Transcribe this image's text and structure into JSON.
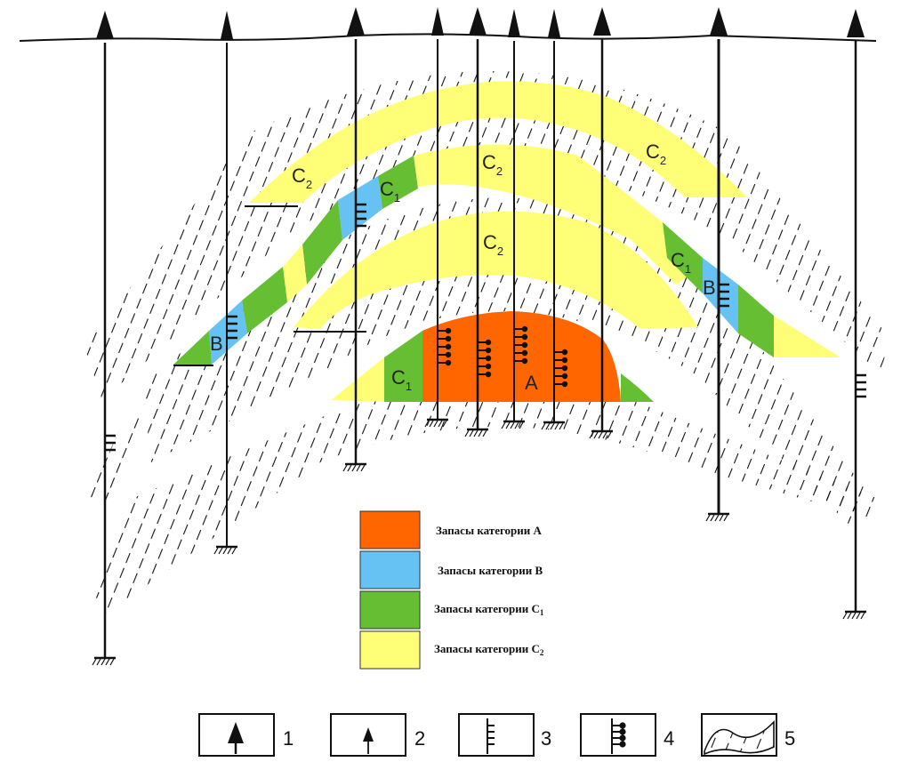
{
  "colors": {
    "category_a": "#FF6600",
    "category_b": "#66C2F2",
    "category_c1": "#66BF33",
    "category_c2": "#FFFF77",
    "line": "#111111"
  },
  "zone_labels": {
    "c2_top_left": {
      "main": "C",
      "sub": "2"
    },
    "c2_top_right": {
      "main": "C",
      "sub": "2"
    },
    "c2_middle": {
      "main": "C",
      "sub": "2"
    },
    "c2_lower": {
      "main": "C",
      "sub": "2"
    },
    "c1_left_upper": {
      "main": "C",
      "sub": "1"
    },
    "c1_right": {
      "main": "C",
      "sub": "1"
    },
    "c1_bottom_left": {
      "main": "C",
      "sub": "1"
    },
    "b_left": "B",
    "b_right": "B",
    "a_core": "A"
  },
  "legend": {
    "items": [
      {
        "label": "Запасы категории А",
        "color": "#FF6600"
      },
      {
        "label": "Запасы категории В",
        "color": "#66C2F2"
      },
      {
        "label": "Запасы категории С",
        "sub": "1",
        "color": "#66BF33"
      },
      {
        "label": "Запасы категории С",
        "sub": "2",
        "color": "#FFFF77"
      }
    ]
  },
  "symbol_key": {
    "items": [
      {
        "number": "1",
        "icon": "large-well-arrow-icon"
      },
      {
        "number": "2",
        "icon": "small-well-arrow-icon"
      },
      {
        "number": "3",
        "icon": "tick-marks-icon"
      },
      {
        "number": "4",
        "icon": "dot-marks-icon"
      },
      {
        "number": "5",
        "icon": "hatched-layer-icon"
      }
    ]
  }
}
